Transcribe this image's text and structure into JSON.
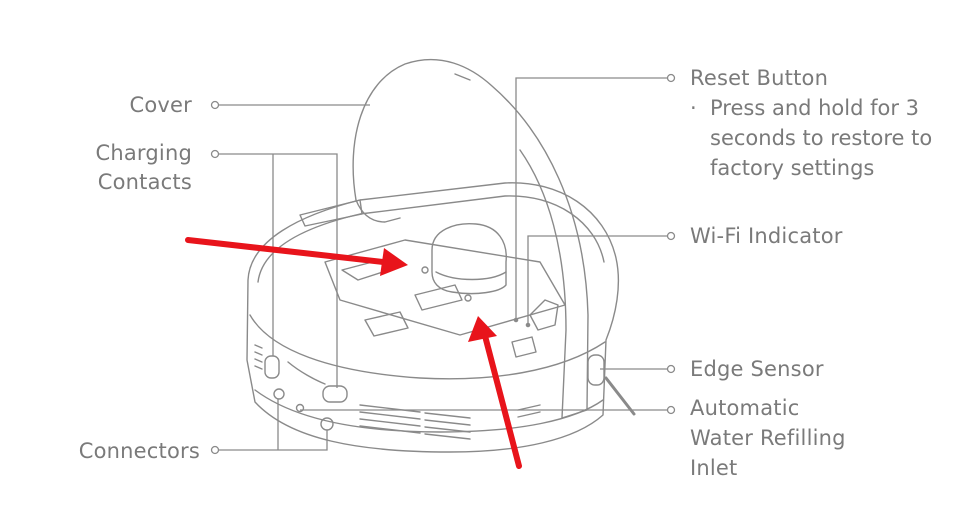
{
  "labels": {
    "cover": "Cover",
    "charging_contacts": [
      "Charging",
      "Contacts"
    ],
    "connectors": "Connectors",
    "reset_button": "Reset Button",
    "reset_note_bullet": "·",
    "reset_note": [
      "Press and hold for 3",
      "seconds to restore to",
      "factory settings"
    ],
    "wifi_indicator": "Wi-Fi Indicator",
    "edge_sensor": "Edge Sensor",
    "water_inlet": [
      "Automatic",
      "Water Refilling",
      "Inlet"
    ]
  },
  "colors": {
    "line": "#8a8a8a",
    "text": "#7a7a7a",
    "arrow": "#e8141b"
  }
}
